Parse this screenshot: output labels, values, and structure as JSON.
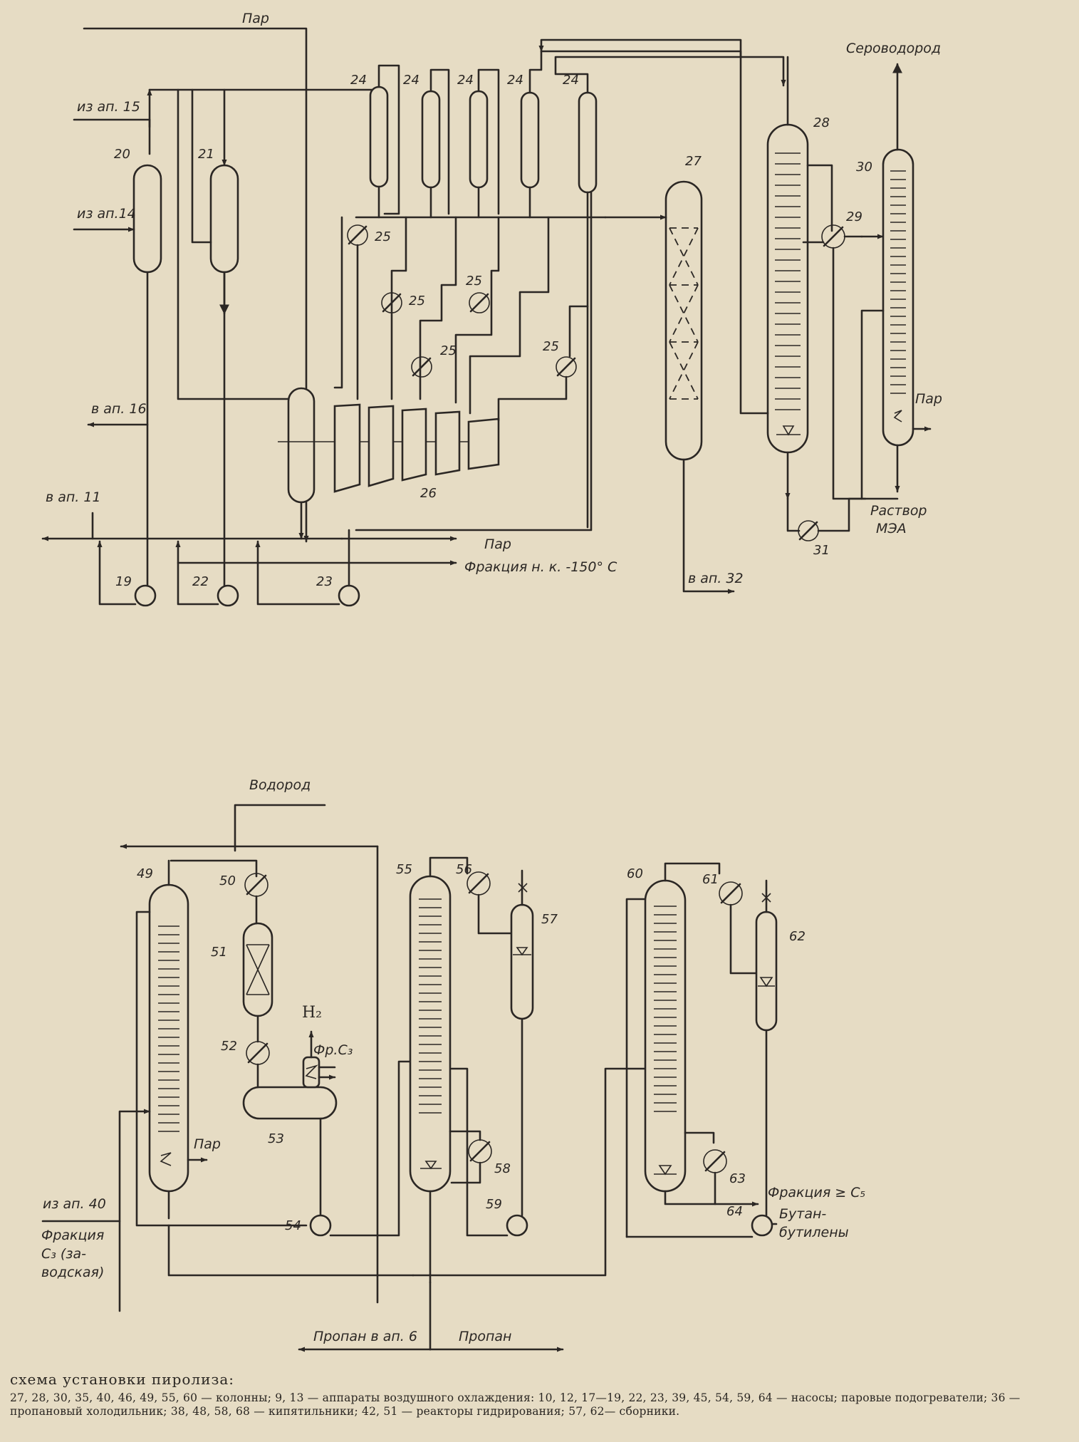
{
  "labels": {
    "steam": "Пар",
    "from_15": "из ап. 15",
    "from_14": "из ап.14",
    "to_16": "в ап. 16",
    "to_11": "в ап. 11",
    "fraction_150": "Фракция н. к. -150° С",
    "to_32": "в ап. 32",
    "h2s": "Сероводород",
    "mea_1": "Раствор",
    "mea_2": "МЭА",
    "hydrogen": "Водород",
    "h2": "H₂",
    "fr_c3": "Фр.С₃",
    "from_40": "из ап. 40",
    "c3_l1": "Фракция",
    "c3_l2": "С₃ (за-",
    "c3_l3": "водская)",
    "propane_to_6": "Пропан в ап. 6",
    "propane": "Пропан",
    "frac_c5": "Фракция ≥ С₅",
    "butane_1": "Бутан-",
    "butane_2": "бутилены"
  },
  "numbers": {
    "n19": "19",
    "n20": "20",
    "n21": "21",
    "n22": "22",
    "n23": "23",
    "n24": "24",
    "n25": "25",
    "n26": "26",
    "n27": "27",
    "n28": "28",
    "n29": "29",
    "n30": "30",
    "n31": "31",
    "n49": "49",
    "n50": "50",
    "n51": "51",
    "n52": "52",
    "n53": "53",
    "n54": "54",
    "n55": "55",
    "n56": "56",
    "n57": "57",
    "n58": "58",
    "n59": "59",
    "n60": "60",
    "n61": "61",
    "n62": "62",
    "n63": "63",
    "n64": "64"
  },
  "caption": {
    "title": "схема установки пиролиза:",
    "text": "27, 28, 30, 35, 40, 46, 49, 55, 60 — колонны; 9, 13 — аппараты воздушного охлаждения: 10, 12, 17—19, 22, 23, 39, 45, 54, 59, 64 — насосы; паровые подогреватели; 36 — пропановый холодильник; 38, 48, 58, 68 — кипятильники; 42, 51 — реакторы гидрирования; 57, 62— сборники."
  }
}
